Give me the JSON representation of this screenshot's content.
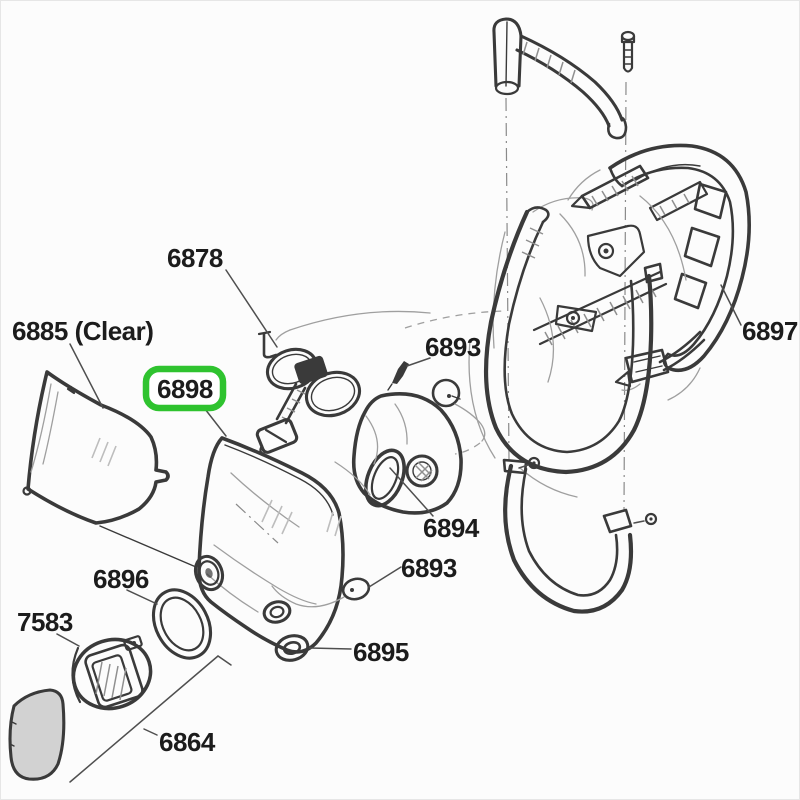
{
  "diagram": {
    "kind": "exploded-parts-drawing",
    "colors": {
      "paper": "#fcfcfc",
      "ink": "#3a3a3a",
      "ghost": "#9f9f9f",
      "shade": "#d2d2d2",
      "highlight": "#2fc32f",
      "label": "#1c1c1c"
    },
    "labels": [
      {
        "id": "6878",
        "text": "6878",
        "highlighted": false
      },
      {
        "id": "6885",
        "text": "6885 (Clear)",
        "highlighted": false
      },
      {
        "id": "6898",
        "text": "6898",
        "highlighted": true
      },
      {
        "id": "6893a",
        "text": "6893",
        "highlighted": false
      },
      {
        "id": "6897",
        "text": "6897",
        "highlighted": false
      },
      {
        "id": "6894",
        "text": "6894",
        "highlighted": false
      },
      {
        "id": "6893b",
        "text": "6893",
        "highlighted": false
      },
      {
        "id": "6896",
        "text": "6896",
        "highlighted": false
      },
      {
        "id": "7583",
        "text": "7583",
        "highlighted": false
      },
      {
        "id": "6895",
        "text": "6895",
        "highlighted": false
      },
      {
        "id": "6864",
        "text": "6864",
        "highlighted": false
      }
    ]
  }
}
